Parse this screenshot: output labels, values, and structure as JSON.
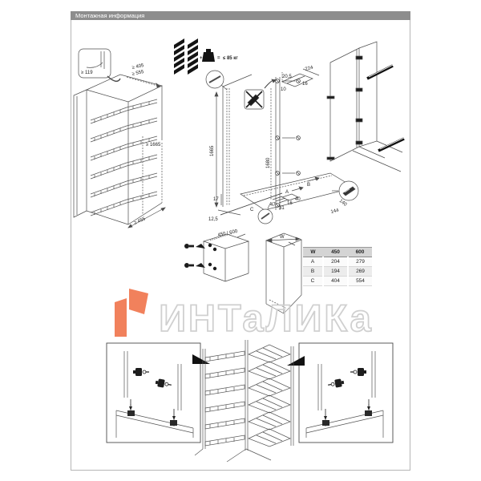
{
  "header": {
    "title": "Монтажная информация"
  },
  "watermark": {
    "text": "ИНТаЛИКа",
    "logo_color": "#f0774f"
  },
  "load": {
    "plus": "+",
    "equals": "=",
    "value": "≤ 85 кг"
  },
  "cabinet": {
    "hinge_clearance": "≥ 119",
    "depth_450": "≥ 405",
    "depth_600": "≥ 555",
    "niche_height": "≥ 1665",
    "niche_width": "≥ 455"
  },
  "rail": {
    "length": "1665",
    "hole_pitch": "1680",
    "top_offset": "224",
    "top_inset": "20,5",
    "bracket_width": "16",
    "bracket_depth": "10"
  },
  "base": {
    "side_offset": "17",
    "front_offset": "12,5",
    "dim_c": "C",
    "d47": "47",
    "d31": "31",
    "d16": "16",
    "d40": "40",
    "dim_a": "A",
    "dim_b": "B",
    "d140": "140",
    "d144": "144"
  },
  "bracket": {
    "label": "450 / 600"
  },
  "carcass": {
    "width_label": "W"
  },
  "table": {
    "headers": [
      "W",
      "450",
      "600"
    ],
    "rows": [
      {
        "label": "A",
        "w450": "204",
        "w600": "279"
      },
      {
        "label": "B",
        "w450": "194",
        "w600": "269"
      },
      {
        "label": "C",
        "w450": "404",
        "w600": "554"
      }
    ]
  }
}
